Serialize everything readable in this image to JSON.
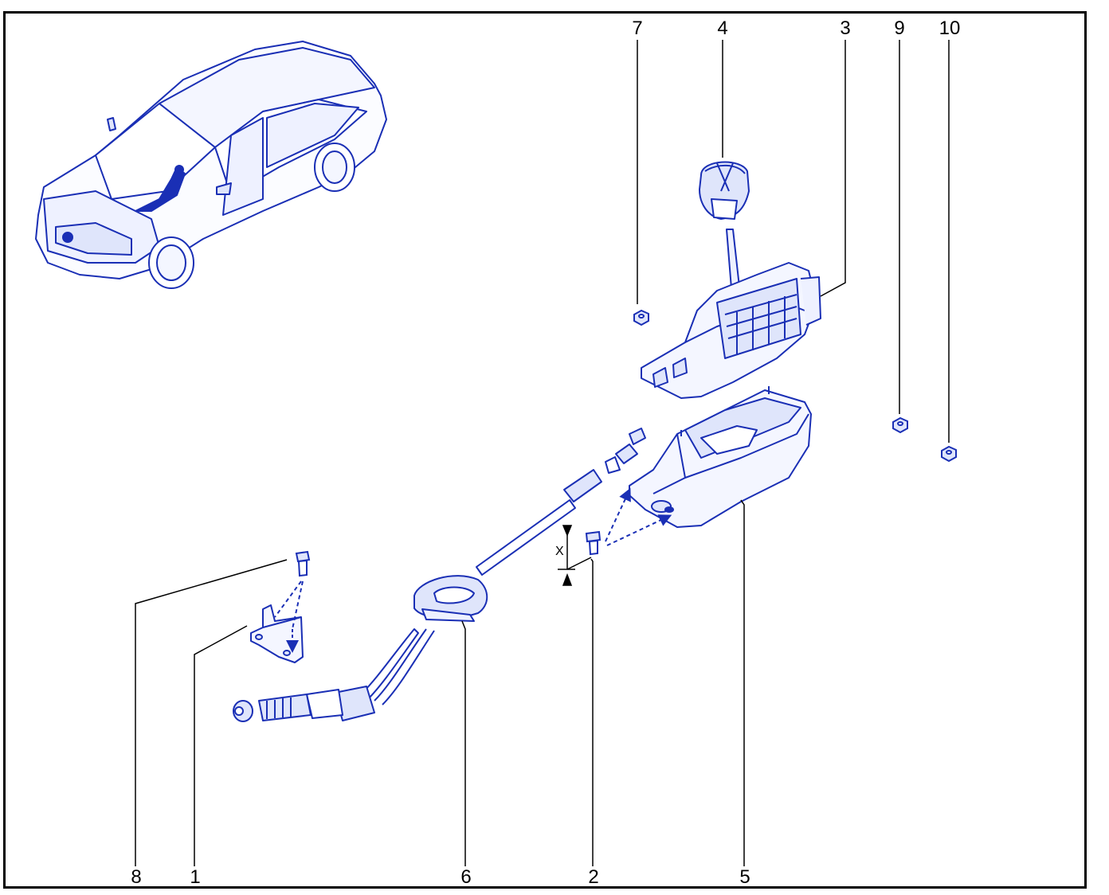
{
  "diagram": {
    "callouts": {
      "c7": "7",
      "c4": "4",
      "c3": "3",
      "c9": "9",
      "c10": "10",
      "c8": "8",
      "c1": "1",
      "c6": "6",
      "c2": "2",
      "c5": "5"
    },
    "dimension_label": "X",
    "colors": {
      "drawing": "#1a2fb5",
      "fill": "#dfe5fb",
      "leader": "#000000",
      "frame": "#000000"
    }
  }
}
